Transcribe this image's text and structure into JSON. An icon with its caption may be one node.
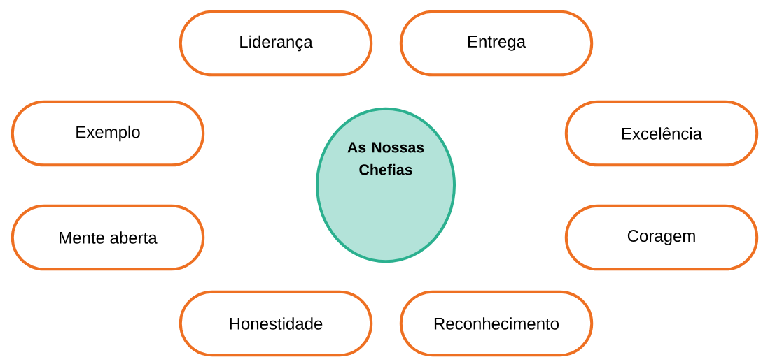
{
  "diagram": {
    "nodes": [
      {
        "text": [
          "Liderança"
        ]
      },
      {
        "text": [
          "Entrega"
        ]
      },
      {
        "text": [
          "Exemplo"
        ]
      },
      {
        "text": [
          "As Nossas Chefias"
        ]
      },
      {
        "text": [
          "Excelência"
        ]
      },
      {
        "text": [
          "Mente aberta"
        ]
      },
      {
        "text": [
          "Coragem"
        ]
      },
      {
        "text": [
          "Honestidade"
        ]
      },
      {
        "text": [
          "Reconhecimento"
        ]
      }
    ]
  }
}
